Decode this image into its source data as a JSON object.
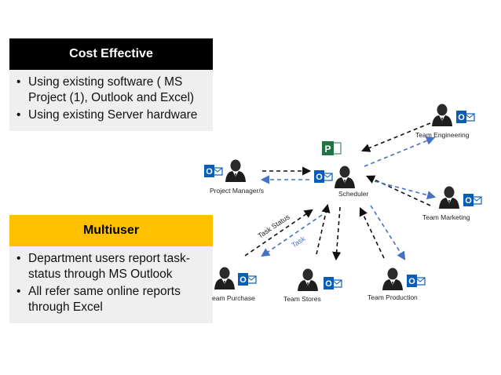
{
  "cards": [
    {
      "title": "Cost Effective",
      "bullets": [
        "Using existing software ( MS Project (1), Outlook  and Excel)",
        "Using existing Server hardware"
      ]
    },
    {
      "title": "Multiuser",
      "bullets": [
        "Department users report task-status through MS Outlook",
        "All refer same online reports through Excel"
      ]
    }
  ],
  "diagram": {
    "nodes": {
      "project_manager": "Project Manager/s",
      "scheduler": "Scheduler",
      "engineering": "Team Engineering",
      "marketing": "Team Marketing",
      "purchase": "eam Purchase",
      "stores": "Team Stores",
      "production": "Team Production"
    },
    "arrow_labels": {
      "task_status": "Task Status",
      "task": "Task"
    },
    "icons": {
      "outlook": "O",
      "project": "P"
    },
    "colors": {
      "black_arrow": "#111111",
      "blue_arrow": "#4472c4",
      "outlook_blue": "#0a5db5",
      "project_green": "#217346",
      "cost_header": "#000000",
      "multiuser_header": "#ffc000"
    }
  }
}
